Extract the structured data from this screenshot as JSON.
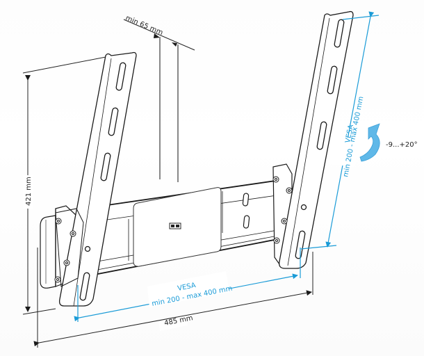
{
  "diagram": {
    "subject": "Tilting TV wall mount bracket",
    "colors": {
      "outline": "#1a1a1a",
      "dimension_line": "#222222",
      "vesa_accent": "#1a9bd7",
      "tilt_arrow": "#5fb8e8",
      "guide_line": "#888888"
    },
    "dimensions": {
      "min_spacing": "min 65 mm",
      "height": "421 mm",
      "width": "485 mm"
    },
    "vesa_horizontal": {
      "title": "VESA",
      "range": "min 200 - max 400 mm"
    },
    "vesa_vertical": {
      "title": "VESA",
      "range": "min 200 - max 400 mm"
    },
    "tilt": {
      "icon": "rotate-arrow-icon",
      "range": "-9...+20°"
    }
  }
}
